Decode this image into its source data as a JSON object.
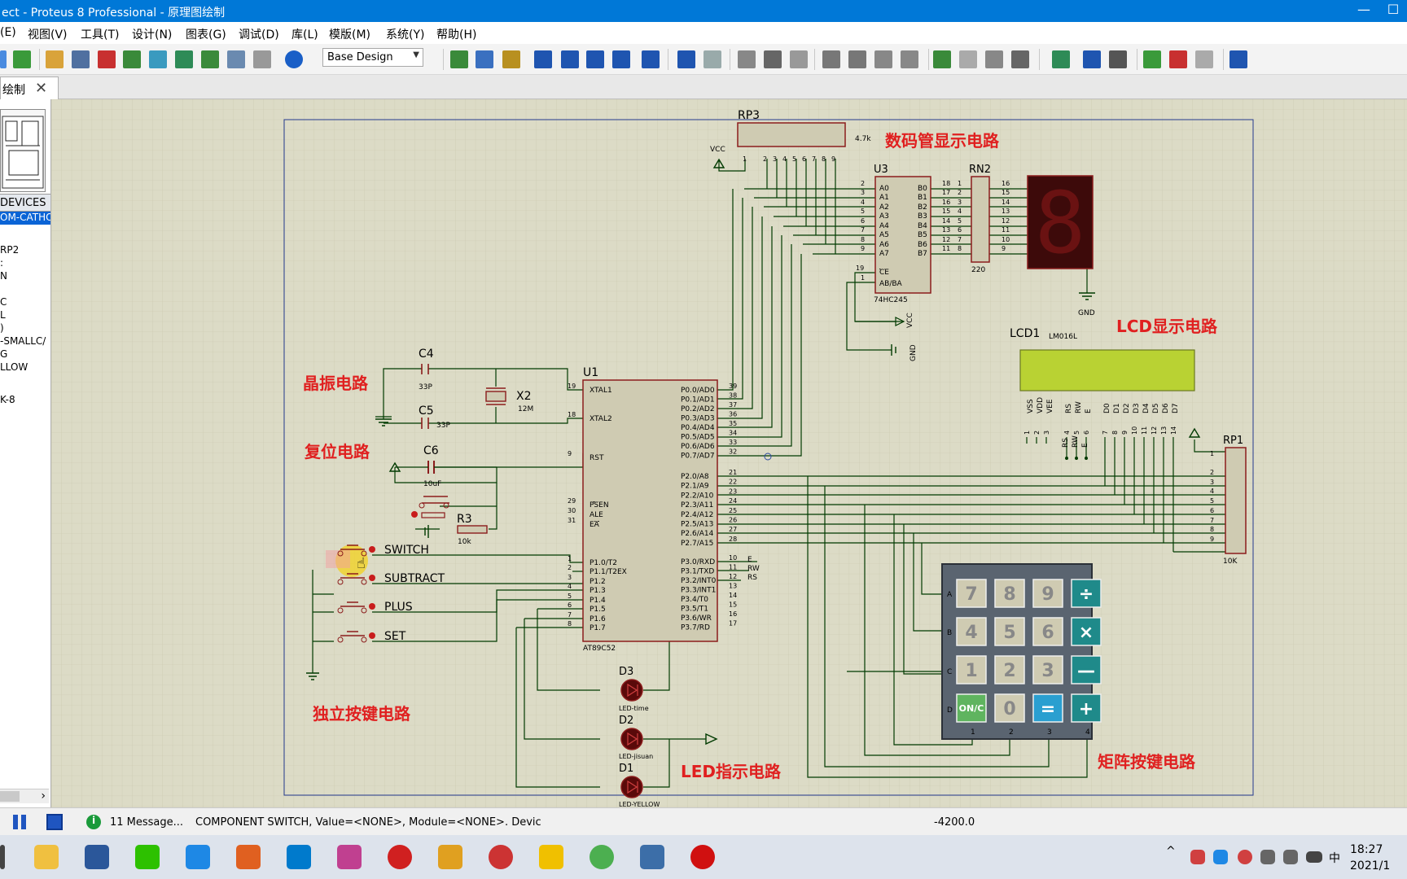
{
  "window": {
    "title": "ect - Proteus 8 Professional - 原理图绘制",
    "minimize": "—",
    "maximize": "☐"
  },
  "menu": [
    "(E)",
    "视图(V)",
    "工具(T)",
    "设计(N)",
    "图表(G)",
    "调试(D)",
    "库(L)",
    "模版(M)",
    "系统(Y)",
    "帮助(H)"
  ],
  "toolbar": {
    "design_select": "Base Design"
  },
  "tab": {
    "label": "绘制",
    "close": "✕"
  },
  "devices": {
    "header": "DEVICES",
    "items": [
      "OM-CATHO",
      "",
      "RP2",
      ":",
      "N",
      "",
      "C",
      "L",
      ")",
      "-SMALLC/",
      "G",
      "LLOW",
      "",
      "K-8"
    ]
  },
  "schematic": {
    "section_labels": {
      "seg_display": "数码管显示电路",
      "lcd": "LCD显示电路",
      "crystal": "晶振电路",
      "reset": "复位电路",
      "keys": "独立按键电路",
      "led": "LED指示电路",
      "matrix": "矩阵按键电路"
    },
    "refs": {
      "rp3": "RP3",
      "rp3_val": "4.7k",
      "u3": "U3",
      "u3_part": "74HC245",
      "rn2": "RN2",
      "rn2_val": "220",
      "u1": "U1",
      "u1_part": "AT89C52",
      "lcd1": "LCD1",
      "lcd_part": "LM016L",
      "rp1": "RP1",
      "rp1_val": "10K",
      "c4": "C4",
      "c4_val": "33P",
      "c5": "C5",
      "c5_val": "33P",
      "x2": "X2",
      "x2_val": "12M",
      "c6": "C6",
      "c6_val": "10uF",
      "r3": "R3",
      "r3_val": "10k",
      "d1": "D1",
      "d1_part": "LED-YELLOW",
      "d2": "D2",
      "d2_part": "LED-jisuan",
      "d3": "D3",
      "d3_part": "LED-time",
      "vcc": "VCC",
      "gnd": "GND"
    },
    "buttons": [
      "SWITCH",
      "SUBTRACT",
      "PLUS",
      "SET"
    ],
    "u1_left_pins": [
      {
        "n": "19",
        "name": "XTAL1"
      },
      {
        "n": "18",
        "name": "XTAL2"
      },
      {
        "n": "9",
        "name": "RST"
      },
      {
        "n": "29",
        "name": "PSEN"
      },
      {
        "n": "30",
        "name": "ALE"
      },
      {
        "n": "31",
        "name": "EA"
      },
      {
        "n": "1",
        "name": "P1.0/T2"
      },
      {
        "n": "2",
        "name": "P1.1/T2EX"
      },
      {
        "n": "3",
        "name": "P1.2"
      },
      {
        "n": "4",
        "name": "P1.3"
      },
      {
        "n": "5",
        "name": "P1.4"
      },
      {
        "n": "6",
        "name": "P1.5"
      },
      {
        "n": "7",
        "name": "P1.6"
      },
      {
        "n": "8",
        "name": "P1.7"
      }
    ],
    "u1_right_pins": [
      {
        "n": "39",
        "name": "P0.0/AD0"
      },
      {
        "n": "38",
        "name": "P0.1/AD1"
      },
      {
        "n": "37",
        "name": "P0.2/AD2"
      },
      {
        "n": "36",
        "name": "P0.3/AD3"
      },
      {
        "n": "35",
        "name": "P0.4/AD4"
      },
      {
        "n": "34",
        "name": "P0.5/AD5"
      },
      {
        "n": "33",
        "name": "P0.6/AD6"
      },
      {
        "n": "32",
        "name": "P0.7/AD7"
      },
      {
        "n": "21",
        "name": "P2.0/A8"
      },
      {
        "n": "22",
        "name": "P2.1/A9"
      },
      {
        "n": "23",
        "name": "P2.2/A10"
      },
      {
        "n": "24",
        "name": "P2.3/A11"
      },
      {
        "n": "25",
        "name": "P2.4/A12"
      },
      {
        "n": "26",
        "name": "P2.5/A13"
      },
      {
        "n": "27",
        "name": "P2.6/A14"
      },
      {
        "n": "28",
        "name": "P2.7/A15"
      },
      {
        "n": "10",
        "name": "P3.0/RXD"
      },
      {
        "n": "11",
        "name": "P3.1/TXD"
      },
      {
        "n": "12",
        "name": "P3.2/INT0"
      },
      {
        "n": "13",
        "name": "P3.3/INT1"
      },
      {
        "n": "14",
        "name": "P3.4/T0"
      },
      {
        "n": "15",
        "name": "P3.5/T1"
      },
      {
        "n": "16",
        "name": "P3.6/WR"
      },
      {
        "n": "17",
        "name": "P3.7/RD"
      }
    ],
    "u3_a_pins": [
      "A0",
      "A1",
      "A2",
      "A3",
      "A4",
      "A5",
      "A6",
      "A7"
    ],
    "u3_b_pins": [
      "B0",
      "B1",
      "B2",
      "B3",
      "B4",
      "B5",
      "B6",
      "B7"
    ],
    "u3_a_nums": [
      "2",
      "3",
      "4",
      "5",
      "6",
      "7",
      "8",
      "9"
    ],
    "u3_b_nums": [
      "18",
      "17",
      "16",
      "15",
      "14",
      "13",
      "12",
      "11"
    ],
    "u3_ctrl": [
      {
        "n": "19",
        "name": "CE"
      },
      {
        "n": "1",
        "name": "AB/BA"
      }
    ],
    "rn2_left": [
      "1",
      "2",
      "3",
      "4",
      "5",
      "6",
      "7",
      "8"
    ],
    "rn2_right": [
      "16",
      "15",
      "14",
      "13",
      "12",
      "11",
      "10",
      "9"
    ],
    "rp3_pins": [
      "1",
      "2",
      "3",
      "4",
      "5",
      "6",
      "7",
      "8",
      "9"
    ],
    "rp1_pins": [
      "1",
      "2",
      "3",
      "4",
      "5",
      "6",
      "7",
      "8",
      "9"
    ],
    "lcd_pins": [
      "VSS",
      "VDD",
      "VEE",
      "RS",
      "RW",
      "E",
      "D0",
      "D1",
      "D2",
      "D3",
      "D4",
      "D5",
      "D6",
      "D7"
    ],
    "lcd_pin_nums": [
      "1",
      "2",
      "3",
      "4",
      "5",
      "6",
      "7",
      "8",
      "9",
      "10",
      "11",
      "12",
      "13",
      "14"
    ],
    "lcd_ctrl_nets": [
      "RS",
      "RW",
      "E"
    ],
    "matrix_rows": [
      "A",
      "B",
      "C",
      "D"
    ],
    "matrix_cols": [
      "1",
      "2",
      "3",
      "4"
    ],
    "keypad": [
      [
        "7",
        "8",
        "9",
        "÷"
      ],
      [
        "4",
        "5",
        "6",
        "×"
      ],
      [
        "1",
        "2",
        "3",
        "—"
      ],
      [
        "ON/C",
        "0",
        "=",
        "+"
      ]
    ],
    "seg_digit": "8"
  },
  "status": {
    "messages": "11 Message...",
    "component": "COMPONENT SWITCH, Value=<NONE>, Module=<NONE>. Devic",
    "coord": "-4200.0"
  },
  "taskbar": {
    "time": "18:27",
    "date": "2021/1",
    "ime": "中"
  },
  "colors": {
    "title_blue": "#0078d7",
    "sheet_bg": "#dcdbc6",
    "wire": "#003a00",
    "part_red": "#8b1c1c",
    "part_fill": "#cfcbb2",
    "label_red": "#e02020",
    "lcd_green": "#b9d233",
    "key_teal": "#1f8a8a"
  }
}
